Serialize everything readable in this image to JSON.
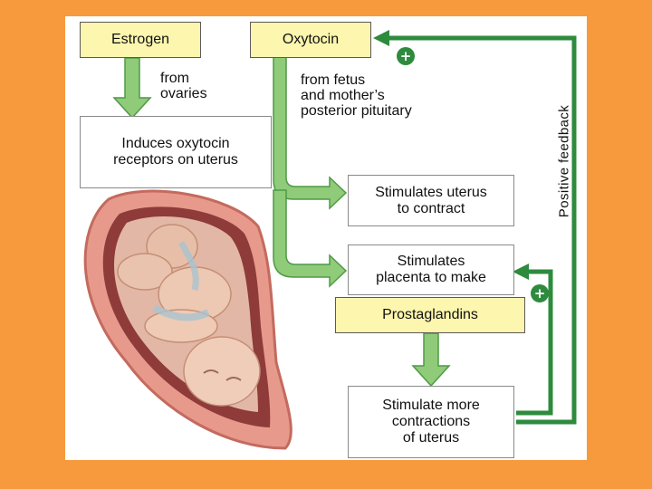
{
  "hormones": {
    "estrogen": "Estrogen",
    "oxytocin": "Oxytocin",
    "prostaglandins": "Prostaglandins"
  },
  "sources": {
    "estrogen_source": "from\novaries",
    "oxytocin_source": "from fetus\nand mother’s\nposterior pituitary"
  },
  "effects": {
    "induces_receptors": "Induces oxytocin\nreceptors on uterus",
    "stimulates_uterus": "Stimulates uterus\nto contract",
    "stimulates_placenta": "Stimulates\nplacenta to make",
    "stimulate_contractions": "Stimulate more\ncontractions\nof uterus"
  },
  "feedback": {
    "label": "Positive feedback",
    "sign": "+"
  },
  "colors": {
    "background": "#F79A3E",
    "box_fill": "#FDF6AE",
    "arrow_fill": "#8FCB78",
    "arrow_stroke": "#4F9A48",
    "feedback": "#2E8B3E"
  }
}
